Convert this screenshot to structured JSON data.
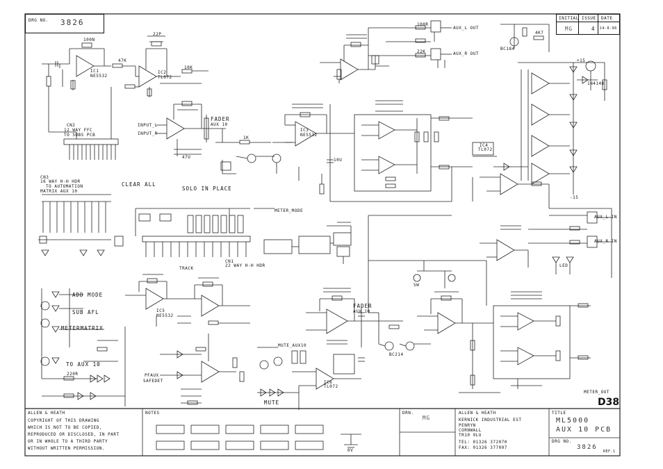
{
  "drawing": {
    "drg_no_label": "DRG NO.",
    "drg_no": "3826",
    "sheet": "D38"
  },
  "revision": {
    "initial_label": "INITIAL",
    "issue_label": "ISSUE",
    "date_label": "DATE",
    "initial": "MG",
    "issue": "4",
    "date": "14-8-98"
  },
  "title_block": {
    "copyright_lines": [
      "ALLEN & HEATH",
      "COPYRIGHT OF THIS DRAWING",
      "WHICH IS NOT TO BE COPIED,",
      "REPRODUCED OR DISCLOSED, IN PART",
      "OR IN WHOLE TO A THIRD PARTY",
      "WITHOUT WRITTEN PERMISSION."
    ],
    "notes_label": "NOTES",
    "drn_label": "DRN.",
    "drn": "MG",
    "company_lines": [
      "ALLEN & HEATH",
      "KERNICK INDUSTRIAL EST",
      "PENRYN",
      "CORNWALL",
      "TR10 9LU",
      "TEL:  01326 372070",
      "FAX:  01326 377097"
    ],
    "title_label": "TITLE",
    "title_line1": "ML5000",
    "title_line2": "AUX 10 PCB",
    "drg_no_label": "DRG NO.",
    "drg_no": "3826"
  },
  "labels": {
    "cn2_1": "CN2",
    "cn2_2": "12 WAY FFC",
    "cn2_3": "TO SUBS PCB",
    "cn3_1": "CN3",
    "cn3_2": "16 WAY H-H HDR",
    "cn3_3": "TO AUTOMATION",
    "cn3_4": "MATRIX  AUX 10",
    "cn1_1": "CN1",
    "cn1_2": "22 WAY H-H HDR",
    "fader_1": "FADER",
    "fader_1b": "AUX 10",
    "fader_2": "FADER",
    "fader_2b": "AUX 10",
    "clear_all": "CLEAR ALL",
    "solo_in_place": "SOLO IN PLACE",
    "add_mode": "ADD MODE",
    "sub_afl": "SUB AFL",
    "metermatrix": "METERMATRIX",
    "to_aux": "TO AUX 10",
    "mute": "MUTE",
    "pfl_aux": "PFAUX",
    "safedet": "SAFEDET",
    "track": "TRACK",
    "meter_mode": "METER_MODE",
    "ic1": "IC1",
    "ic2": "IC2",
    "ic3": "IC3",
    "ic4": "IC4",
    "ic5": "IC5",
    "ic6": "IC6",
    "tl072": "TL072",
    "ne5532": "NE5532",
    "plus15": "+15",
    "minus15": "-15",
    "ov": "0V",
    "aux_l_out": "AUX_L OUT",
    "aux_r_out": "AUX_R OUT",
    "aux_l_in": "AUX_L IN",
    "aux_r_in": "AUX_R IN",
    "input_l": "INPUT_L",
    "input_r": "INPUT_R",
    "mute_aux": "MUTE_AUX10",
    "meter_out": "METER_OUT",
    "ref_no": "REF.1",
    "r_47k": "47K",
    "r_10k": "10K",
    "r_1k": "1K",
    "c_100n": "100N",
    "c_22p": "22P",
    "c_10u": "10U",
    "c_47u": "47U",
    "r_100r": "100R",
    "r_22k": "22K",
    "r_4k7": "4K7",
    "r_220r": "220R",
    "d_1n4148": "1N4148",
    "tr_bc184": "BC184",
    "tr_bc214": "BC214",
    "led": "LED",
    "sw": "SW"
  }
}
